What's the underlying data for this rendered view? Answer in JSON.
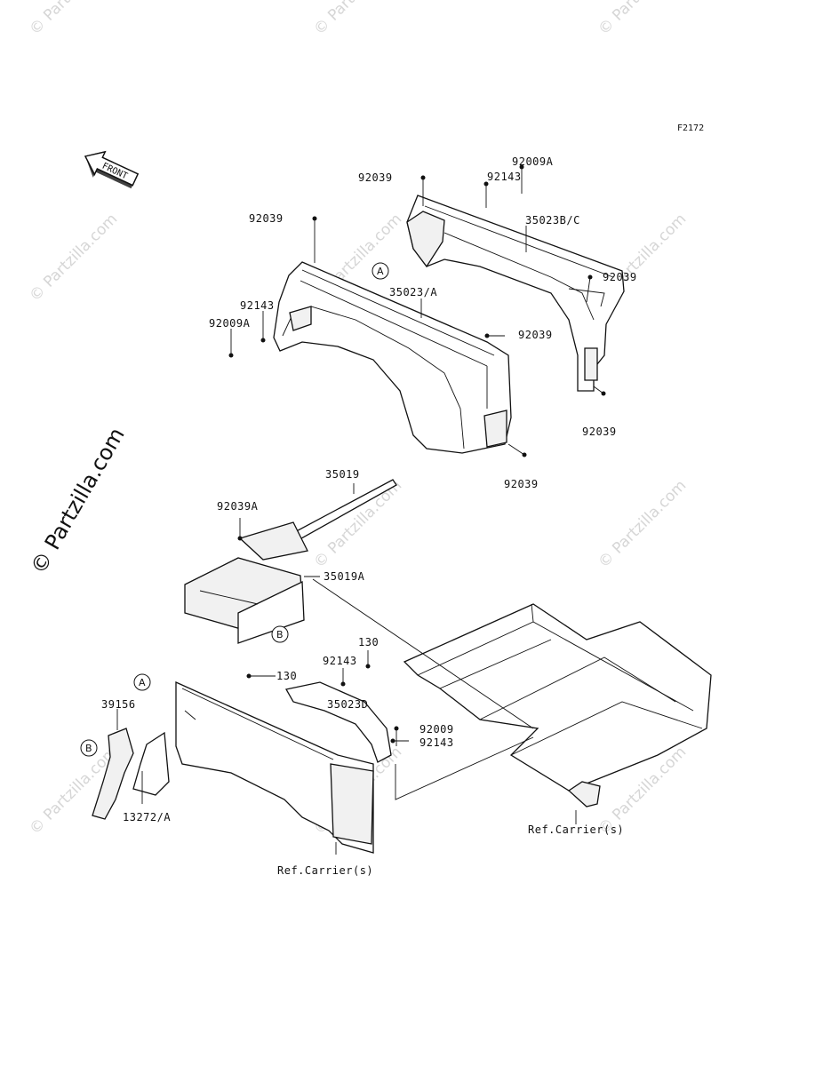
{
  "diagram": {
    "code": "F2172",
    "front_label": "FRONT",
    "watermark": "© Partzilla.com",
    "callout_a": "A",
    "callout_b": "B"
  },
  "labels": {
    "l1": "92009A",
    "l2": "92039",
    "l3": "92143",
    "l4": "35023B/C",
    "l5": "92039",
    "l6": "92039",
    "l7": "92039",
    "l8": "35023/A",
    "l9": "92143",
    "l10": "92009A",
    "l11": "92039",
    "l12": "92039",
    "l13": "35019",
    "l14": "92039A",
    "l15": "35019A",
    "l16": "130",
    "l17": "92143",
    "l18": "130",
    "l19": "35023D",
    "l20": "92009",
    "l21": "92143",
    "l22": "39156",
    "l23": "13272/A",
    "l24": "Ref.Carrier(s)",
    "l25": "Ref.Carrier(s)"
  }
}
